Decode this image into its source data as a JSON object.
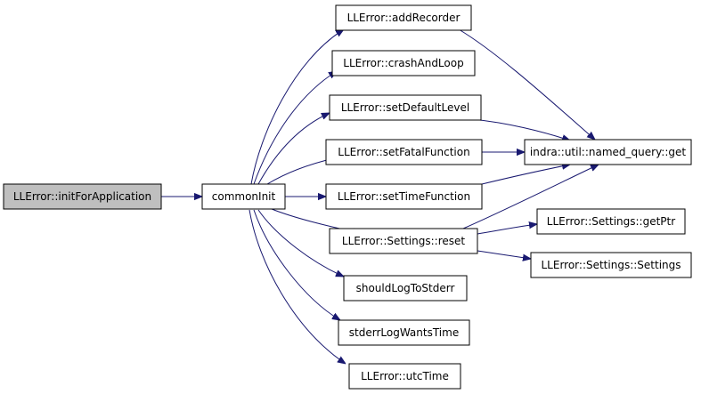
{
  "graph": {
    "nodes": {
      "initForApplication": "LLError::initForApplication",
      "commonInit": "commonInit",
      "addRecorder": "LLError::addRecorder",
      "crashAndLoop": "LLError::crashAndLoop",
      "setDefaultLevel": "LLError::setDefaultLevel",
      "setFatalFunction": "LLError::setFatalFunction",
      "setTimeFunction": "LLError::setTimeFunction",
      "settingsReset": "LLError::Settings::reset",
      "shouldLogToStderr": "shouldLogToStderr",
      "stderrLogWantsTime": "stderrLogWantsTime",
      "utcTime": "LLError::utcTime",
      "namedQueryGet": "indra::util::named_query::get",
      "settingsGetPtr": "LLError::Settings::getPtr",
      "settingsCtor": "LLError::Settings::Settings"
    },
    "colors": {
      "edge": "#191970",
      "root_fill": "#bfbfbf",
      "node_fill": "#ffffff",
      "border": "#000000"
    }
  }
}
